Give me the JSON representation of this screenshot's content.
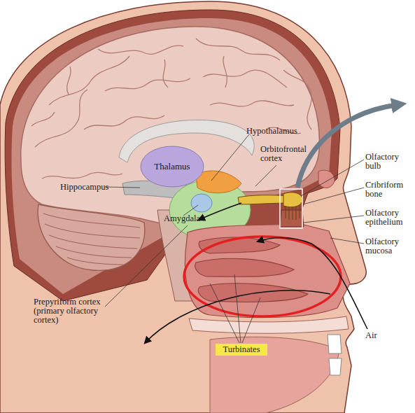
{
  "diagram": {
    "nodes": [
      {
        "text": [
          "Thalamus"
        ]
      },
      {
        "text": [
          "Turbinates"
        ]
      }
    ],
    "labels": [
      "Hypothalamus",
      "Orbitofrontal cortex",
      "Olfactory bulb",
      "Hippocampus",
      "Cribriform bone",
      "Amygdala",
      "Olfactory epithelium",
      "Olfactory mucosa",
      "Prepyriform cortex (primary olfactory cortex)",
      "Air"
    ]
  }
}
